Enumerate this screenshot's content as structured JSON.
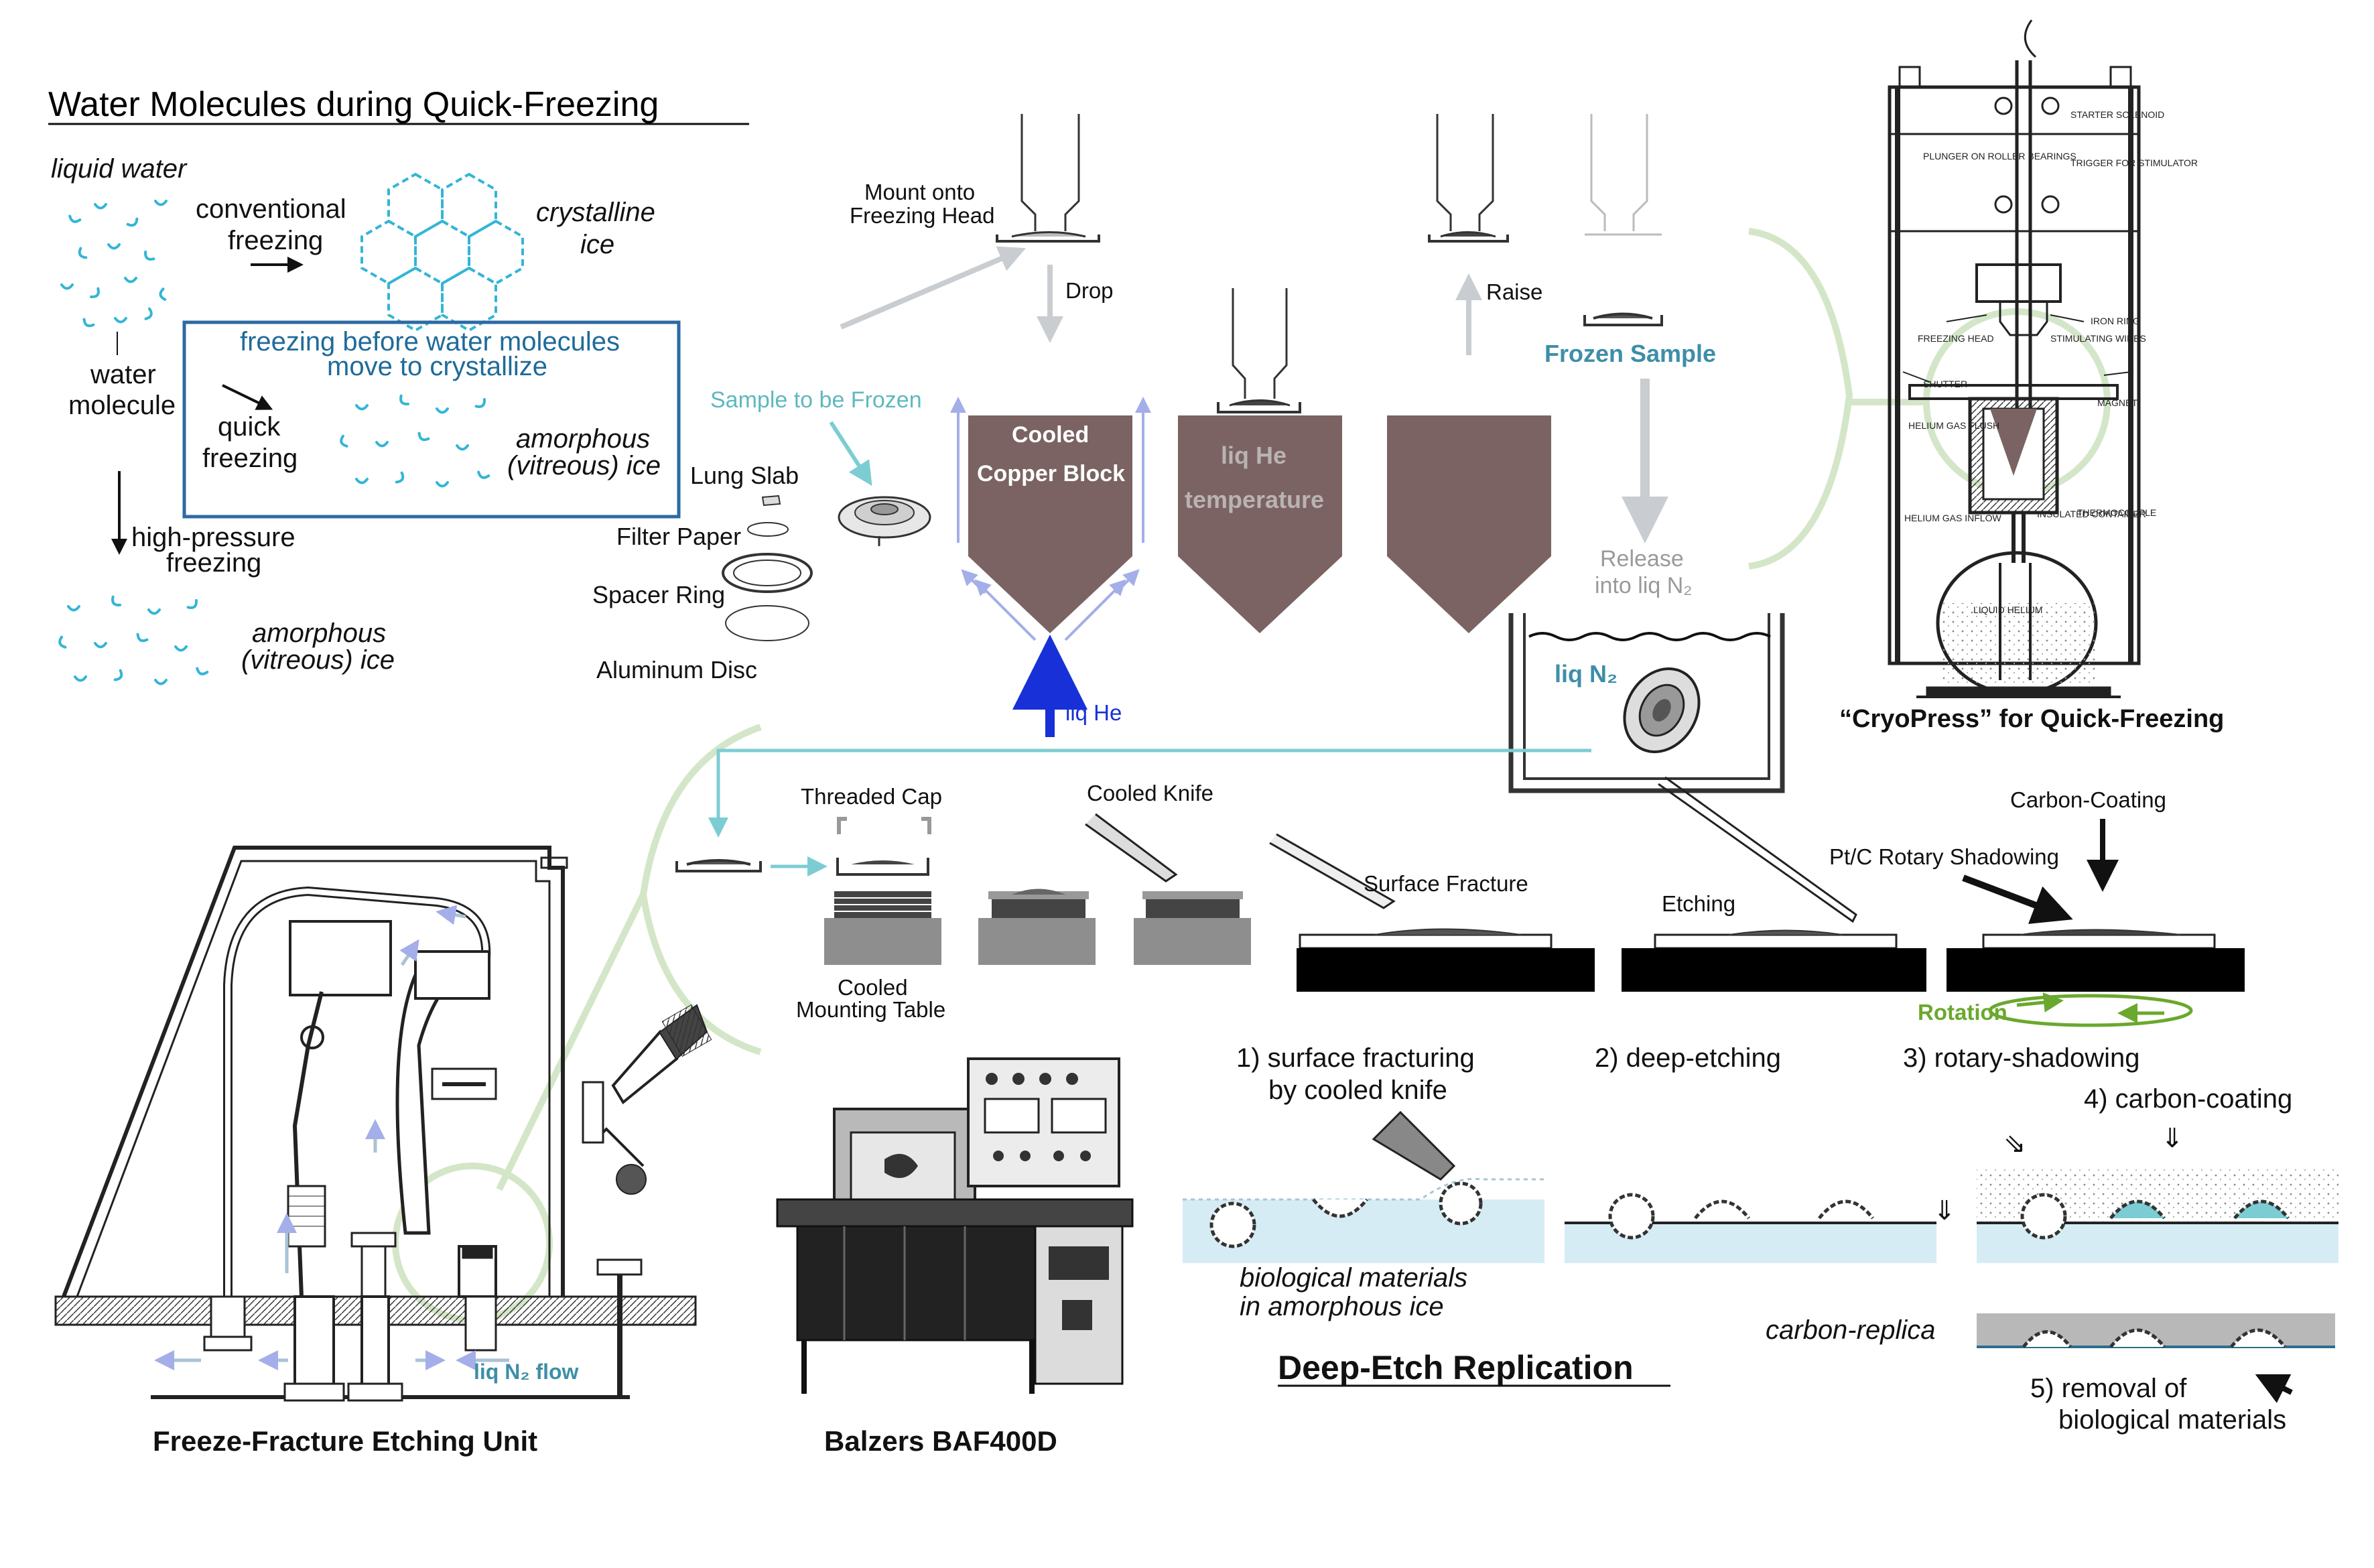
{
  "water": {
    "title": "Water Molecules during Quick-Freezing",
    "liquid_water": "liquid water",
    "conventional_line1": "conventional",
    "conventional_line2": "freezing",
    "crystalline_line1": "crystalline",
    "crystalline_line2": "ice",
    "box_line1": "freezing before water molecules",
    "box_line2": "move to crystallize",
    "water_mol_line1": "water",
    "water_mol_line2": "molecule",
    "quick_line1": "quick",
    "quick_line2": "freezing",
    "amorphous1_line1": "amorphous",
    "amorphous1_line2": "(vitreous) ice",
    "hp_line1": "high-pressure",
    "hp_line2": "freezing",
    "amorphous2_line1": "amorphous",
    "amorphous2_line2": "(vitreous) ice"
  },
  "sample": {
    "lung_slab": "Lung Slab",
    "filter_paper": "Filter Paper",
    "spacer_ring": "Spacer Ring",
    "aluminum_disc": "Aluminum Disc"
  },
  "freezing": {
    "mount_line1": "Mount onto",
    "mount_line2": "Freezing Head",
    "drop": "Drop",
    "sample_to_be_frozen": "Sample to be Frozen",
    "cooled_line1": "Cooled",
    "cooled_line2": "Copper Block",
    "liq_he_temp_line1": "liq He",
    "liq_he_temp_line2": "temperature",
    "liq_he": "liq He",
    "raise": "Raise",
    "frozen_sample": "Frozen Sample",
    "release_line1": "Release",
    "release_line2": "into liq N₂",
    "liq_n2": "liq N₂"
  },
  "cryopress": {
    "caption": "“CryoPress” for Quick-Freezing",
    "labels": [
      "STARTER SOLENOID",
      "PLUNGER ON ROLLER BEARINGS",
      "TRIGGER FOR STIMULATOR",
      "IRON RING",
      "FREEZING HEAD",
      "STIMULATING WIRES",
      "SHUTTER",
      "MAGNET",
      "HELIUM GAS FLUSH",
      "THERMOCOUPLE",
      "HELIUM GAS INFLOW",
      "INSULATED CONTAINER",
      "LIQUID HELIUM"
    ]
  },
  "mounting": {
    "threaded_cap": "Threaded Cap",
    "cooled_knife": "Cooled Knife",
    "table_line1": "Cooled",
    "table_line2": "Mounting Table"
  },
  "fracture": {
    "carbon_coating": "Carbon-Coating",
    "ptc": "Pt/C Rotary Shadowing",
    "surface_fracture": "Surface Fracture",
    "etching": "Etching",
    "rotation": "Rotation"
  },
  "unit": {
    "caption": "Freeze-Fracture Etching Unit",
    "flow": "liq N₂ flow"
  },
  "balzers": {
    "caption": "Balzers BAF400D"
  },
  "replication": {
    "step1_line1": "1) surface fracturing",
    "step1_line2": "by cooled knife",
    "step2": "2) deep-etching",
    "step3": "3) rotary-shadowing",
    "step4": "4) carbon-coating",
    "bio_line1": "biological  materials",
    "bio_line2": "in  amorphous ice",
    "carbon_replica": "carbon-replica",
    "step5_line1": "5) removal of",
    "step5_line2": "biological materials",
    "title": "Deep-Etch Replication"
  },
  "colors": {
    "copper_block": "#7a6362",
    "water_blue": "#33b5d6",
    "box_border": "#2d6aa3",
    "arrow_gray": "#c9cdd1",
    "he_arrow": "#1730d8",
    "pale_arrow": "#a4aee8",
    "teal": "#7ccdd3",
    "green_outline": "#d4e6c8",
    "rotation_green": "#6aa82e"
  }
}
